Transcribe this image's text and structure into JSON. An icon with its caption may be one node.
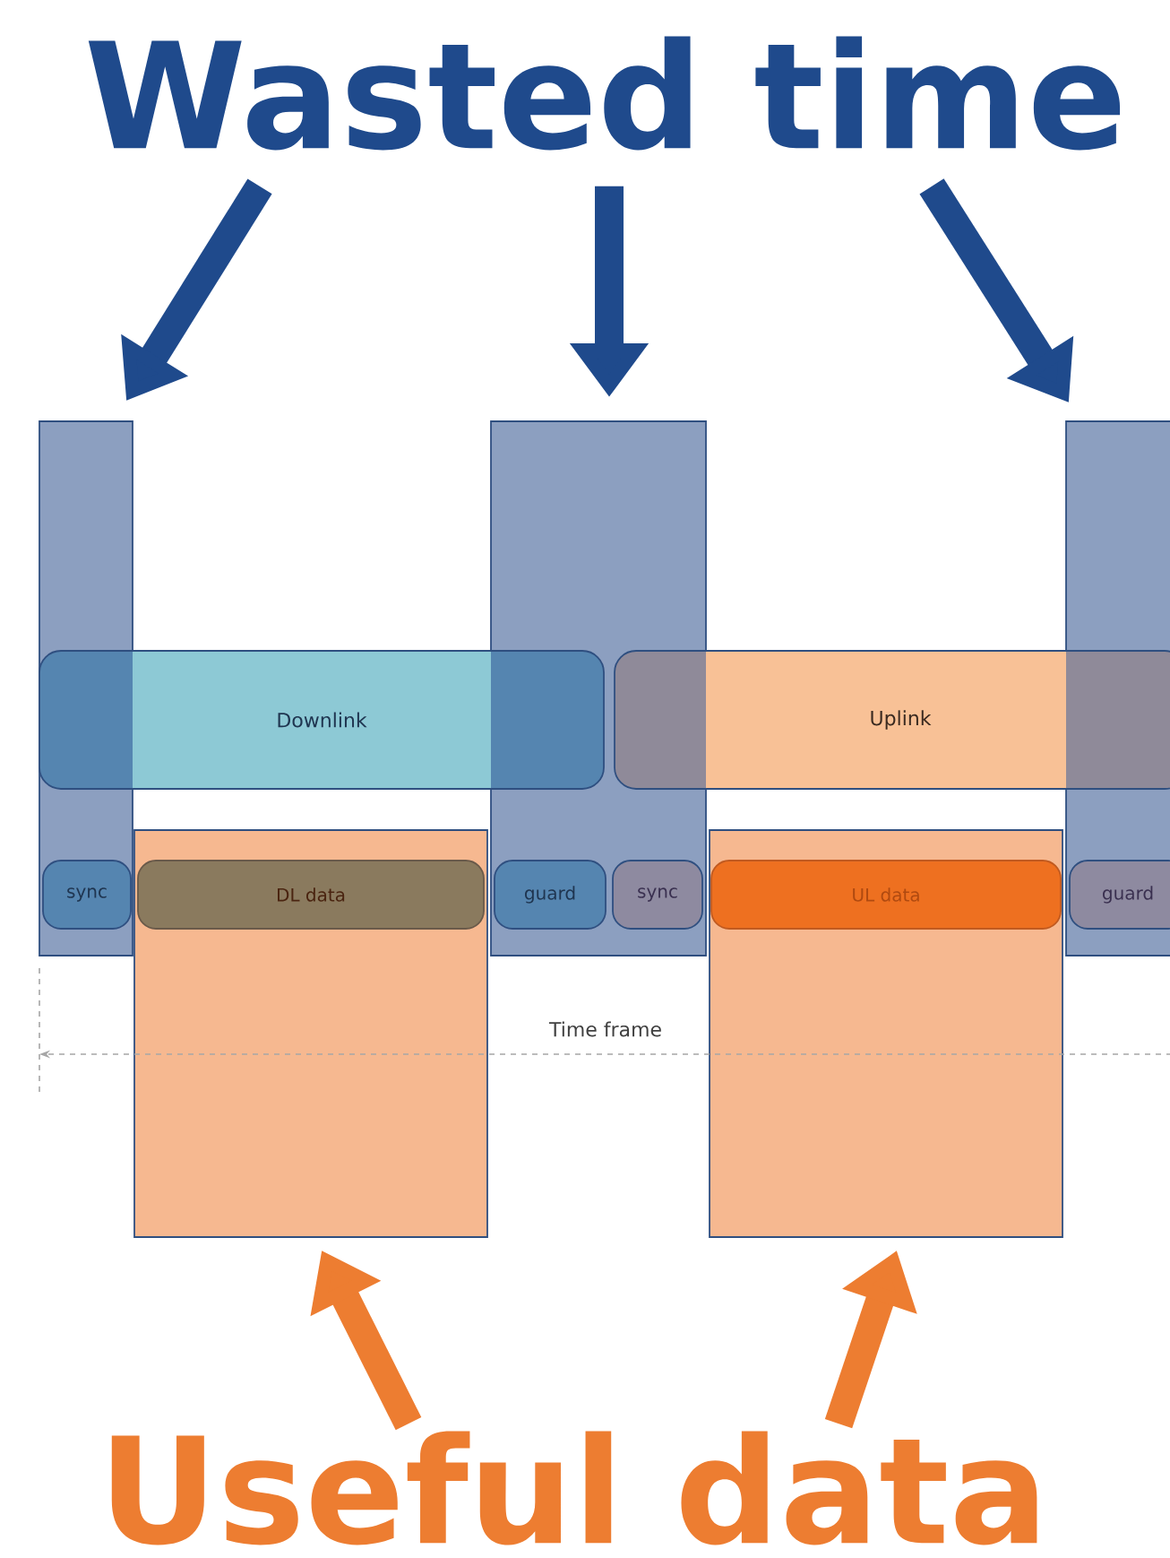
{
  "diagram": {
    "nodes": [
      {
        "text": [
          "Wasted time"
        ]
      },
      {
        "text": [
          "Useful data"
        ]
      },
      {
        "text": [],
        "shape": "bar"
      },
      {
        "text": [],
        "shape": "bar"
      },
      {
        "text": [],
        "shape": "bar"
      },
      {
        "text": [],
        "shape": "bar"
      },
      {
        "text": [],
        "shape": "bar"
      },
      {
        "text": [
          "Downlink"
        ]
      },
      {
        "text": [
          "Uplink"
        ]
      },
      {
        "text": [
          "sync"
        ],
        "in": 2
      },
      {
        "text": [
          "DL data"
        ],
        "in": 5
      },
      {
        "text": [
          "guard"
        ],
        "in": 3
      },
      {
        "text": [
          "sync"
        ],
        "in": 3
      },
      {
        "text": [
          "UL data"
        ],
        "in": 6
      },
      {
        "text": [
          "guard"
        ],
        "in": 4
      }
    ],
    "edges": [
      {
        "from": 0,
        "to": 2,
        "arrow": "to",
        "color": "#1f4a8c"
      },
      {
        "from": 0,
        "to": 3,
        "arrow": "to",
        "color": "#1f4a8c"
      },
      {
        "from": 0,
        "to": 4,
        "arrow": "to",
        "color": "#1f4a8c"
      },
      {
        "from": 1,
        "to": 5,
        "arrow": "to",
        "color": "#ed7d31"
      },
      {
        "from": 1,
        "to": 6,
        "arrow": "to",
        "color": "#ed7d31"
      }
    ],
    "labels": [
      "Time frame"
    ]
  }
}
